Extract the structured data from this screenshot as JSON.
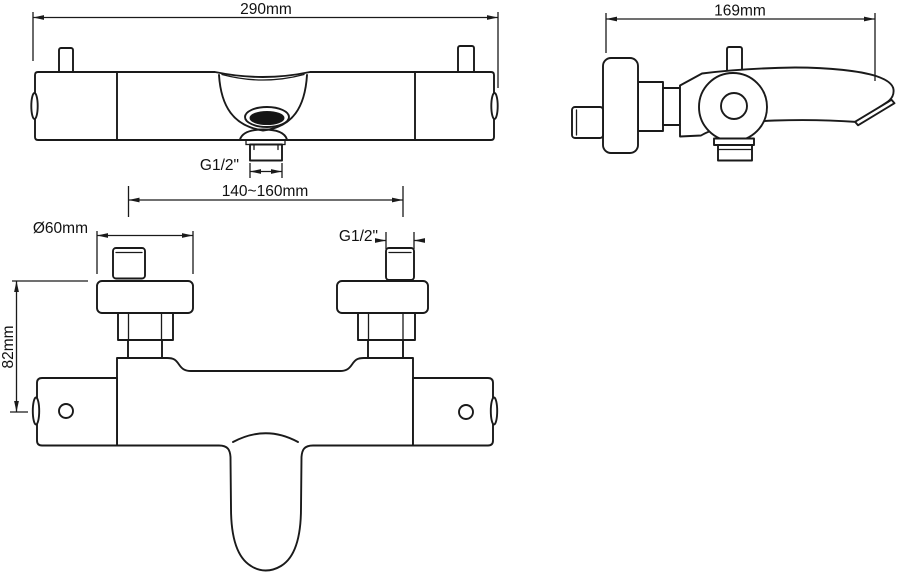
{
  "page": {
    "background": "#ffffff",
    "line_color": "#1a1a1a",
    "kind": "technical dimension drawing of a wall-mounted thermostatic bath/shower mixer"
  },
  "front_view": {
    "width_dim": "290mm",
    "outlet_thread_dim": "G1/2\""
  },
  "side_view": {
    "depth_dim": "169mm"
  },
  "bottom_view": {
    "spacing_dim": "140~160mm",
    "flange_dim": "Ø60mm",
    "inlet_thread_dim": "G1/2\"",
    "height_dim": "82mm"
  }
}
